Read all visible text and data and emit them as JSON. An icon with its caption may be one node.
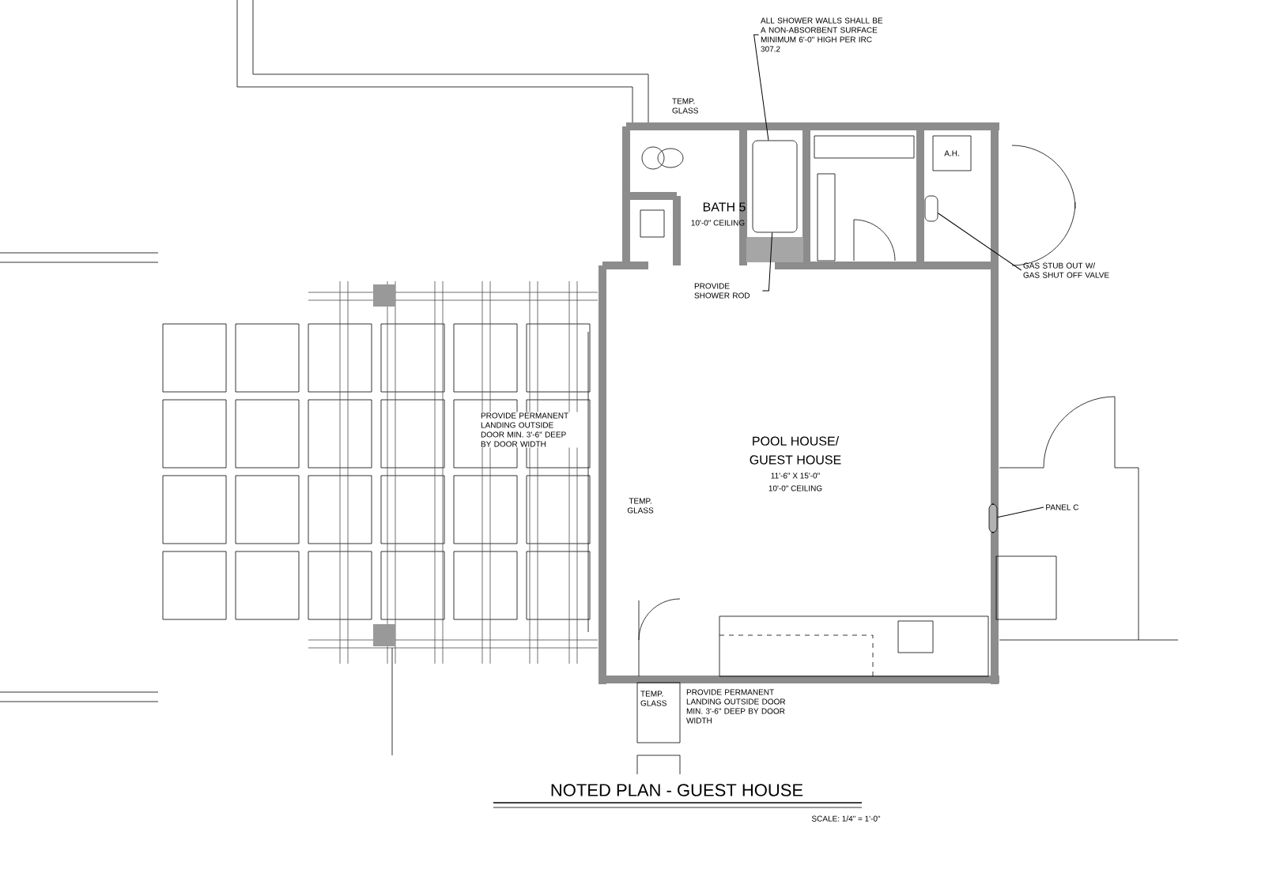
{
  "diagram": {
    "title": "NOTED PLAN - GUEST HOUSE",
    "nodes": [
      {
        "text": [
          "ALL SHOWER WALLS SHALL BE A NON-ABSORBENT SURFACE MINIMUM 6'-0\" HIGH PER IRC 307.2"
        ]
      },
      {
        "text": [],
        "shape": "box"
      },
      {
        "text": [
          "PROVIDE SHOWER ROD"
        ]
      },
      {
        "text": [
          "A.H."
        ]
      },
      {
        "text": [
          "GAS STUB OUT W/ GAS SHUT OFF VALVE"
        ]
      },
      {
        "text": [],
        "shape": "box"
      },
      {
        "text": [
          "PANEL C"
        ]
      },
      {
        "text": [],
        "shape": "box"
      }
    ],
    "edges": [
      {
        "from": 0,
        "to": 1,
        "arrow": "none"
      },
      {
        "from": 2,
        "to": 1,
        "arrow": "none"
      },
      {
        "from": 4,
        "to": 5,
        "arrow": "none"
      },
      {
        "from": 6,
        "to": 7,
        "arrow": "none"
      }
    ],
    "labels": [
      "TEMP. GLASS",
      "BATH 5",
      "10'-0\" CEILING",
      "PROVIDE PERMANENT LANDING OUTSIDE DOOR MIN. 3'-6\" DEEP BY DOOR WIDTH",
      "POOL HOUSE/",
      "GUEST HOUSE",
      "TEMP. GLASS",
      "11'-6\" X 15'-0\"",
      "10'-0\" CEILING",
      "TEMP. GLASS",
      "PROVIDE PERMANENT LANDING OUTSIDE DOOR MIN. 3'-6\" DEEP BY DOOR WIDTH",
      "SCALE: 1/4\" = 1'-0\""
    ]
  }
}
